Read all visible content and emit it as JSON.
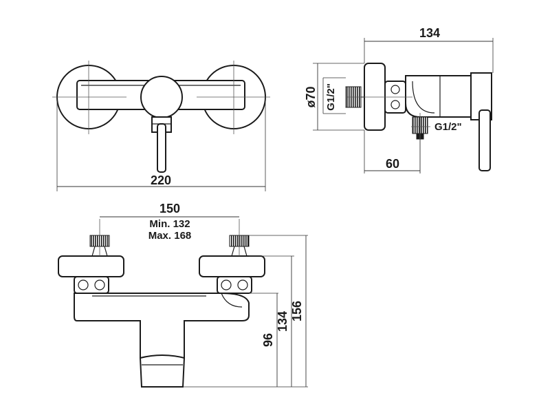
{
  "front_view": {
    "width_label": "220"
  },
  "side_view": {
    "depth_label": "134",
    "rosette_diameter_label": "ø70",
    "inlet_thread_label": "G1/2\"",
    "outlet_thread_label": "G1/2\"",
    "outlet_offset_label": "60"
  },
  "bottom_view": {
    "center_distance_label": "150",
    "min_label": "Min. 132",
    "max_label": "Max. 168",
    "height_96_label": "96",
    "height_134_label": "134",
    "height_156_label": "156"
  }
}
